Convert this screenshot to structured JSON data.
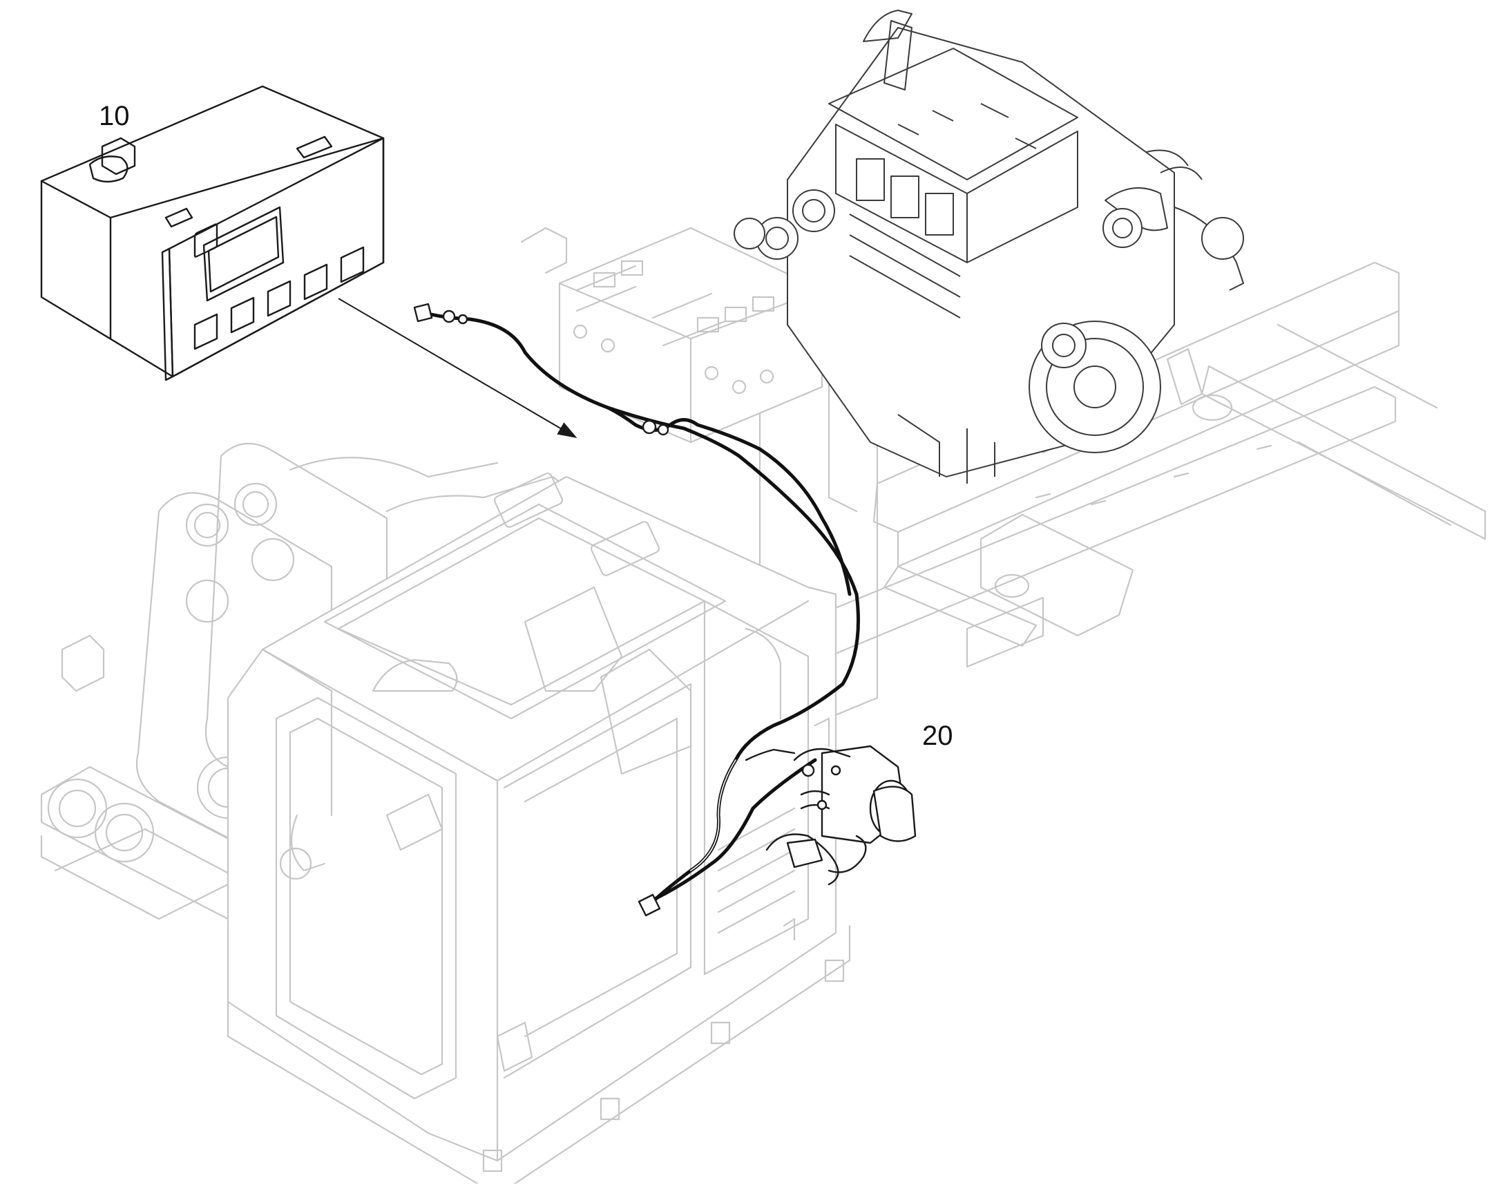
{
  "callouts": {
    "item_10": "10",
    "item_20": "20"
  },
  "parts": [
    {
      "callout": "10",
      "icon": "timer-control-unit-icon"
    },
    {
      "callout": "20",
      "icon": "auxiliary-heater-icon"
    }
  ],
  "colors": {
    "line_dark": "#1a1a1a",
    "line_ghost": "#c6c6c6",
    "background": "#ffffff"
  }
}
